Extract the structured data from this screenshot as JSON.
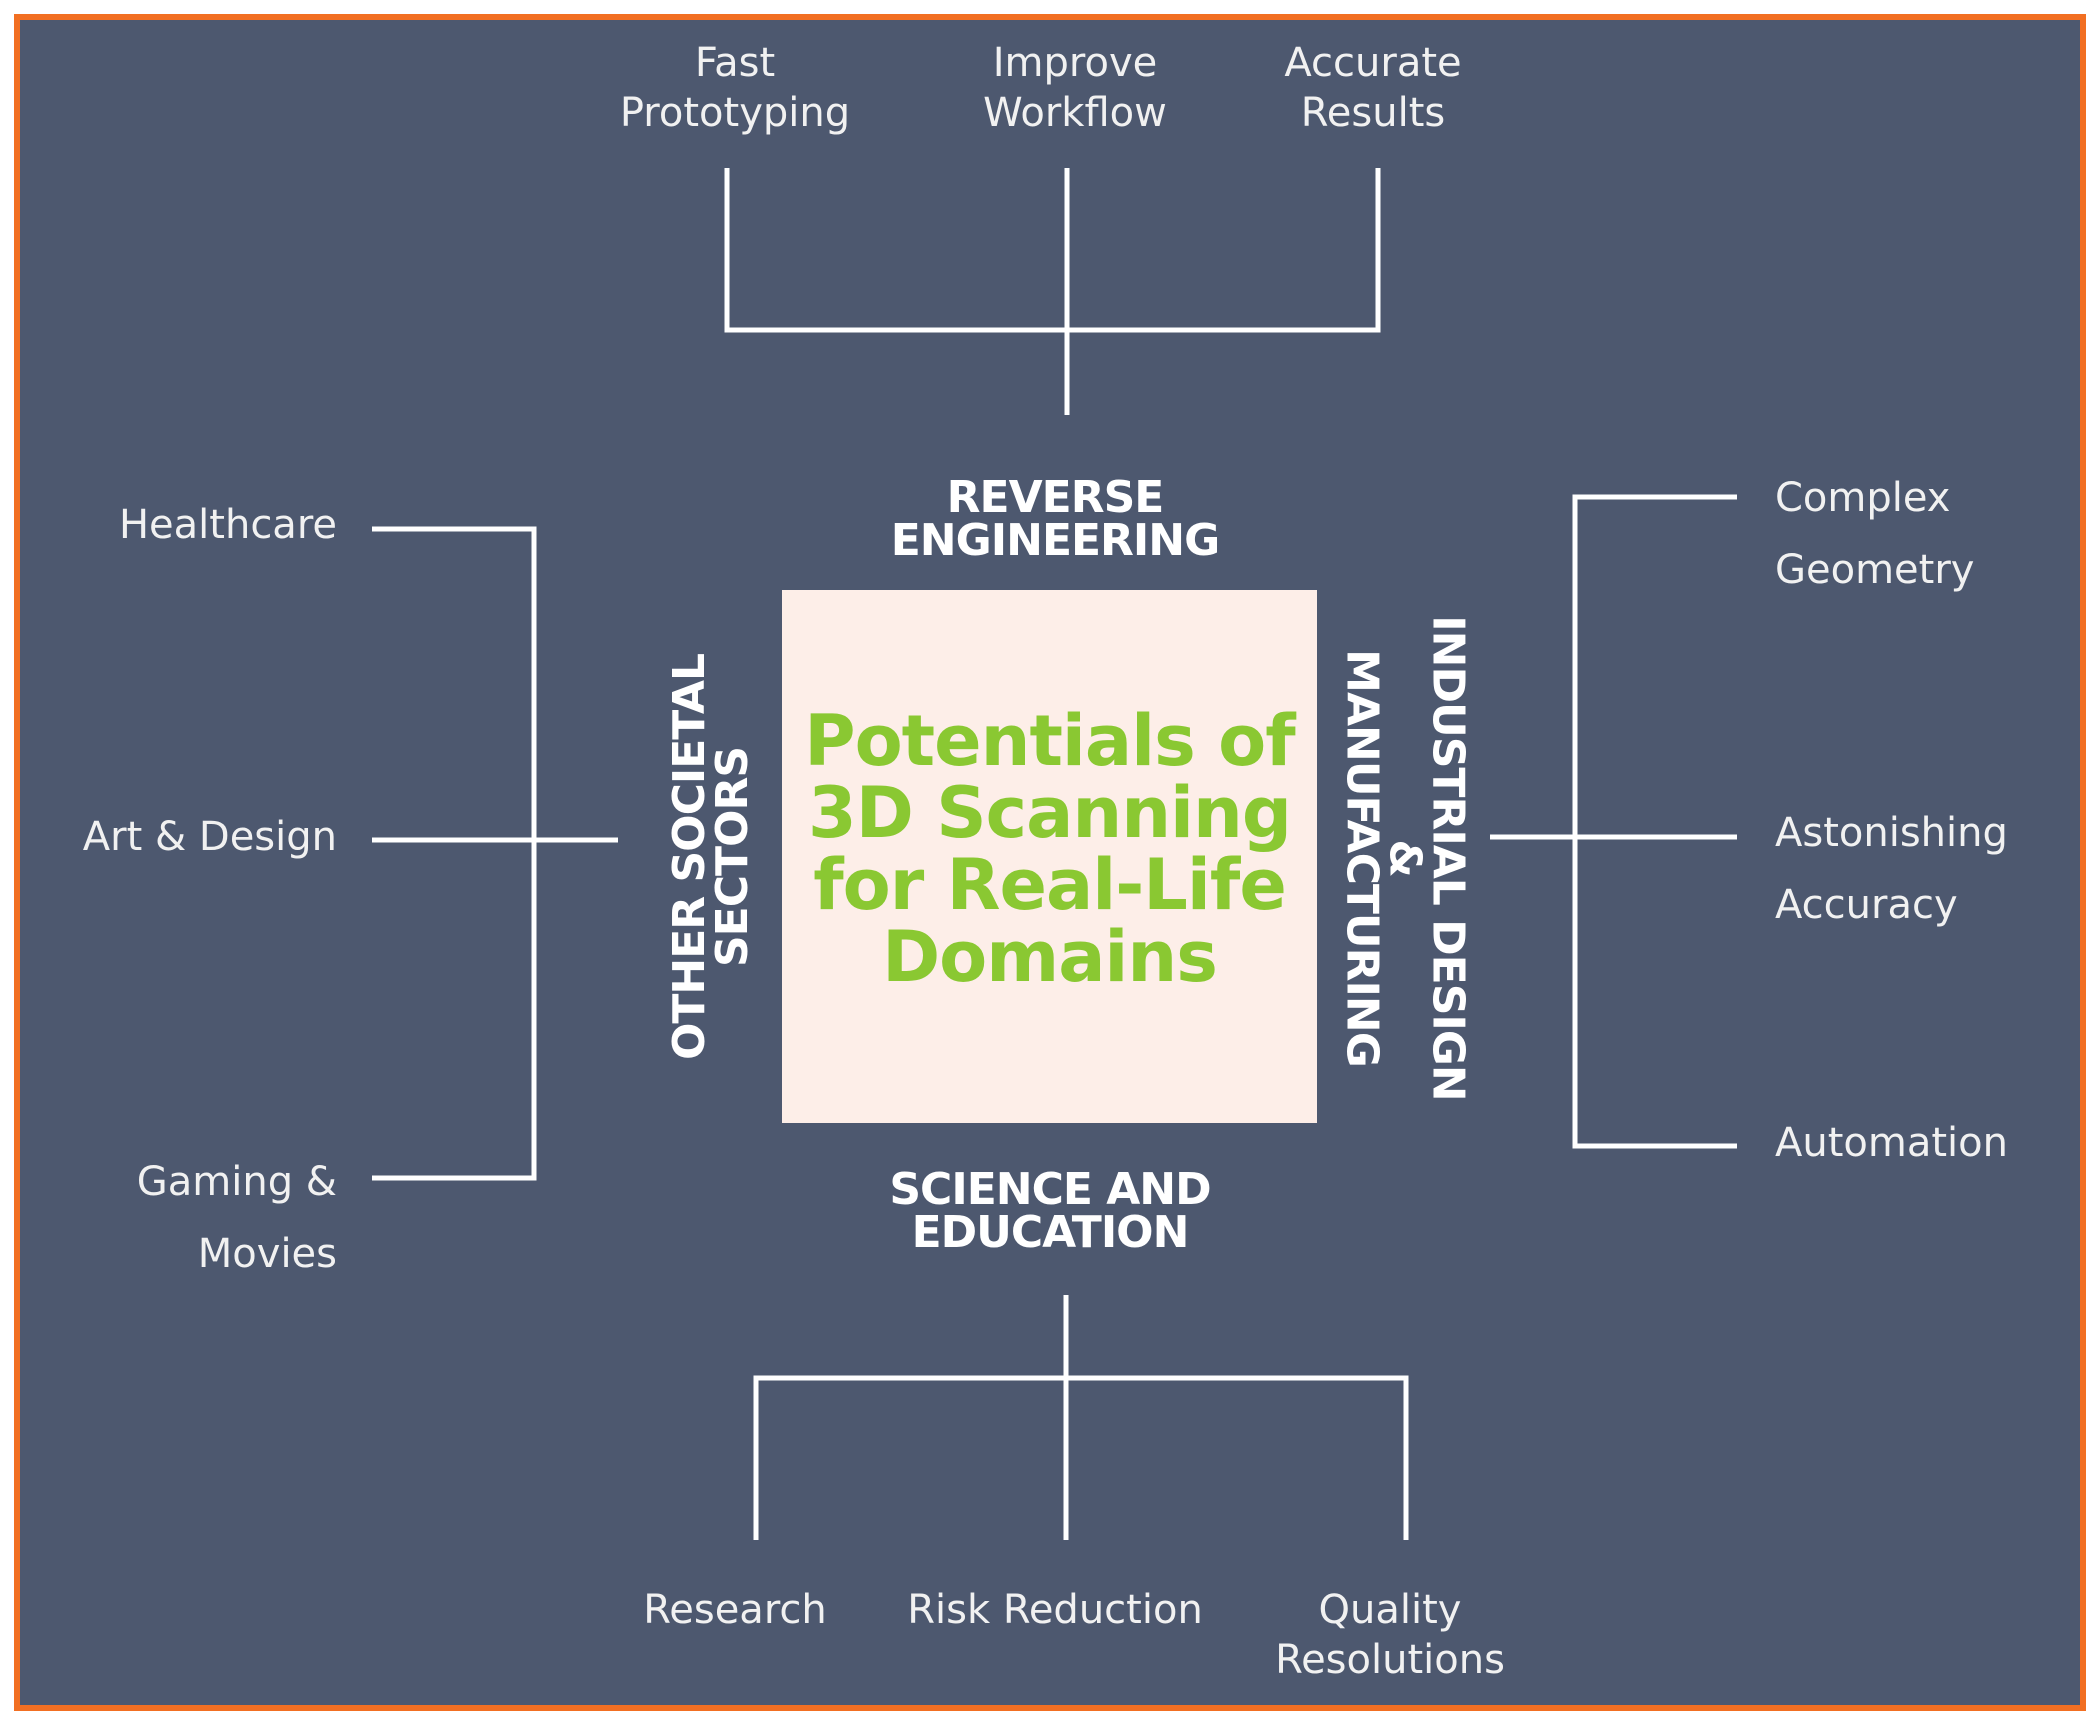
{
  "colors": {
    "background": "#4d586f",
    "border": "#f26f22",
    "center_box": "#fdeee8",
    "center_text": "#8ac832",
    "text": "#ffffff",
    "line": "#ffffff"
  },
  "center": {
    "title": "Potentials of\n3D Scanning\nfor Real-Life\nDomains"
  },
  "domains": {
    "top": "REVERSE\nENGINEERING",
    "bottom": "SCIENCE AND\nEDUCATION",
    "left": "OTHER SOCIETAL\nSECTORS",
    "right": "INDUSTRIAL DESIGN\n&\nMANUFACTURING"
  },
  "top_items": [
    "Fast\nPrototyping",
    "Improve\nWorkflow",
    "Accurate\nResults"
  ],
  "left_items": [
    "Healthcare",
    "Art & Design",
    "Gaming &\nMovies"
  ],
  "right_items": [
    "Complex\nGeometry",
    "Astonishing\nAccuracy",
    "Automation"
  ],
  "bottom_items": [
    "Research",
    "Risk Reduction",
    "Quality\nResolutions"
  ]
}
